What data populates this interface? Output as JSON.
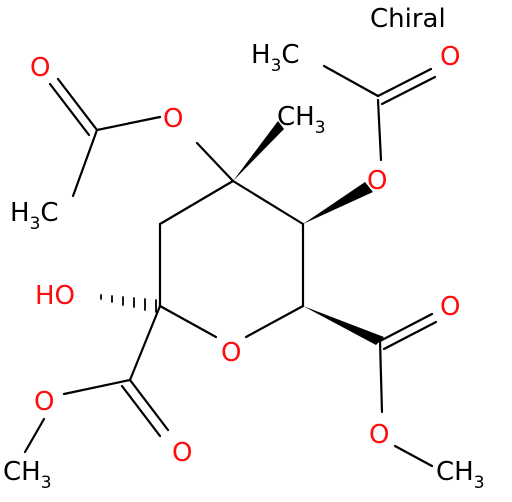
{
  "chirality_label": "Chiral",
  "atoms": {
    "o_acetyl_left_carbonyl": "O",
    "o_acetyl_left_ester": "O",
    "ch3_acetyl_left": {
      "main": "H",
      "sub": "3",
      "tail": "C"
    },
    "ch3_acetyl_right": {
      "main": "H",
      "sub": "3",
      "tail": "C"
    },
    "o_acetyl_right_carbonyl": "O",
    "ch3_c4_methyl": {
      "main": "CH",
      "sub": "3"
    },
    "o_acetyl_right_ester": "O",
    "ho_label": "HO",
    "o_ring": "O",
    "o_ester_left_single": "O",
    "o_ester_left_carbonyl": "O",
    "ch3_ester_left": {
      "main": "CH",
      "sub": "3"
    },
    "o_ester_right_carbonyl": "O",
    "o_ester_right_single": "O",
    "ch3_ester_right": {
      "main": "CH",
      "sub": "3"
    }
  },
  "colors": {
    "oxygen": "#ff0d0d",
    "carbon": "#000000",
    "background": "#ffffff"
  }
}
